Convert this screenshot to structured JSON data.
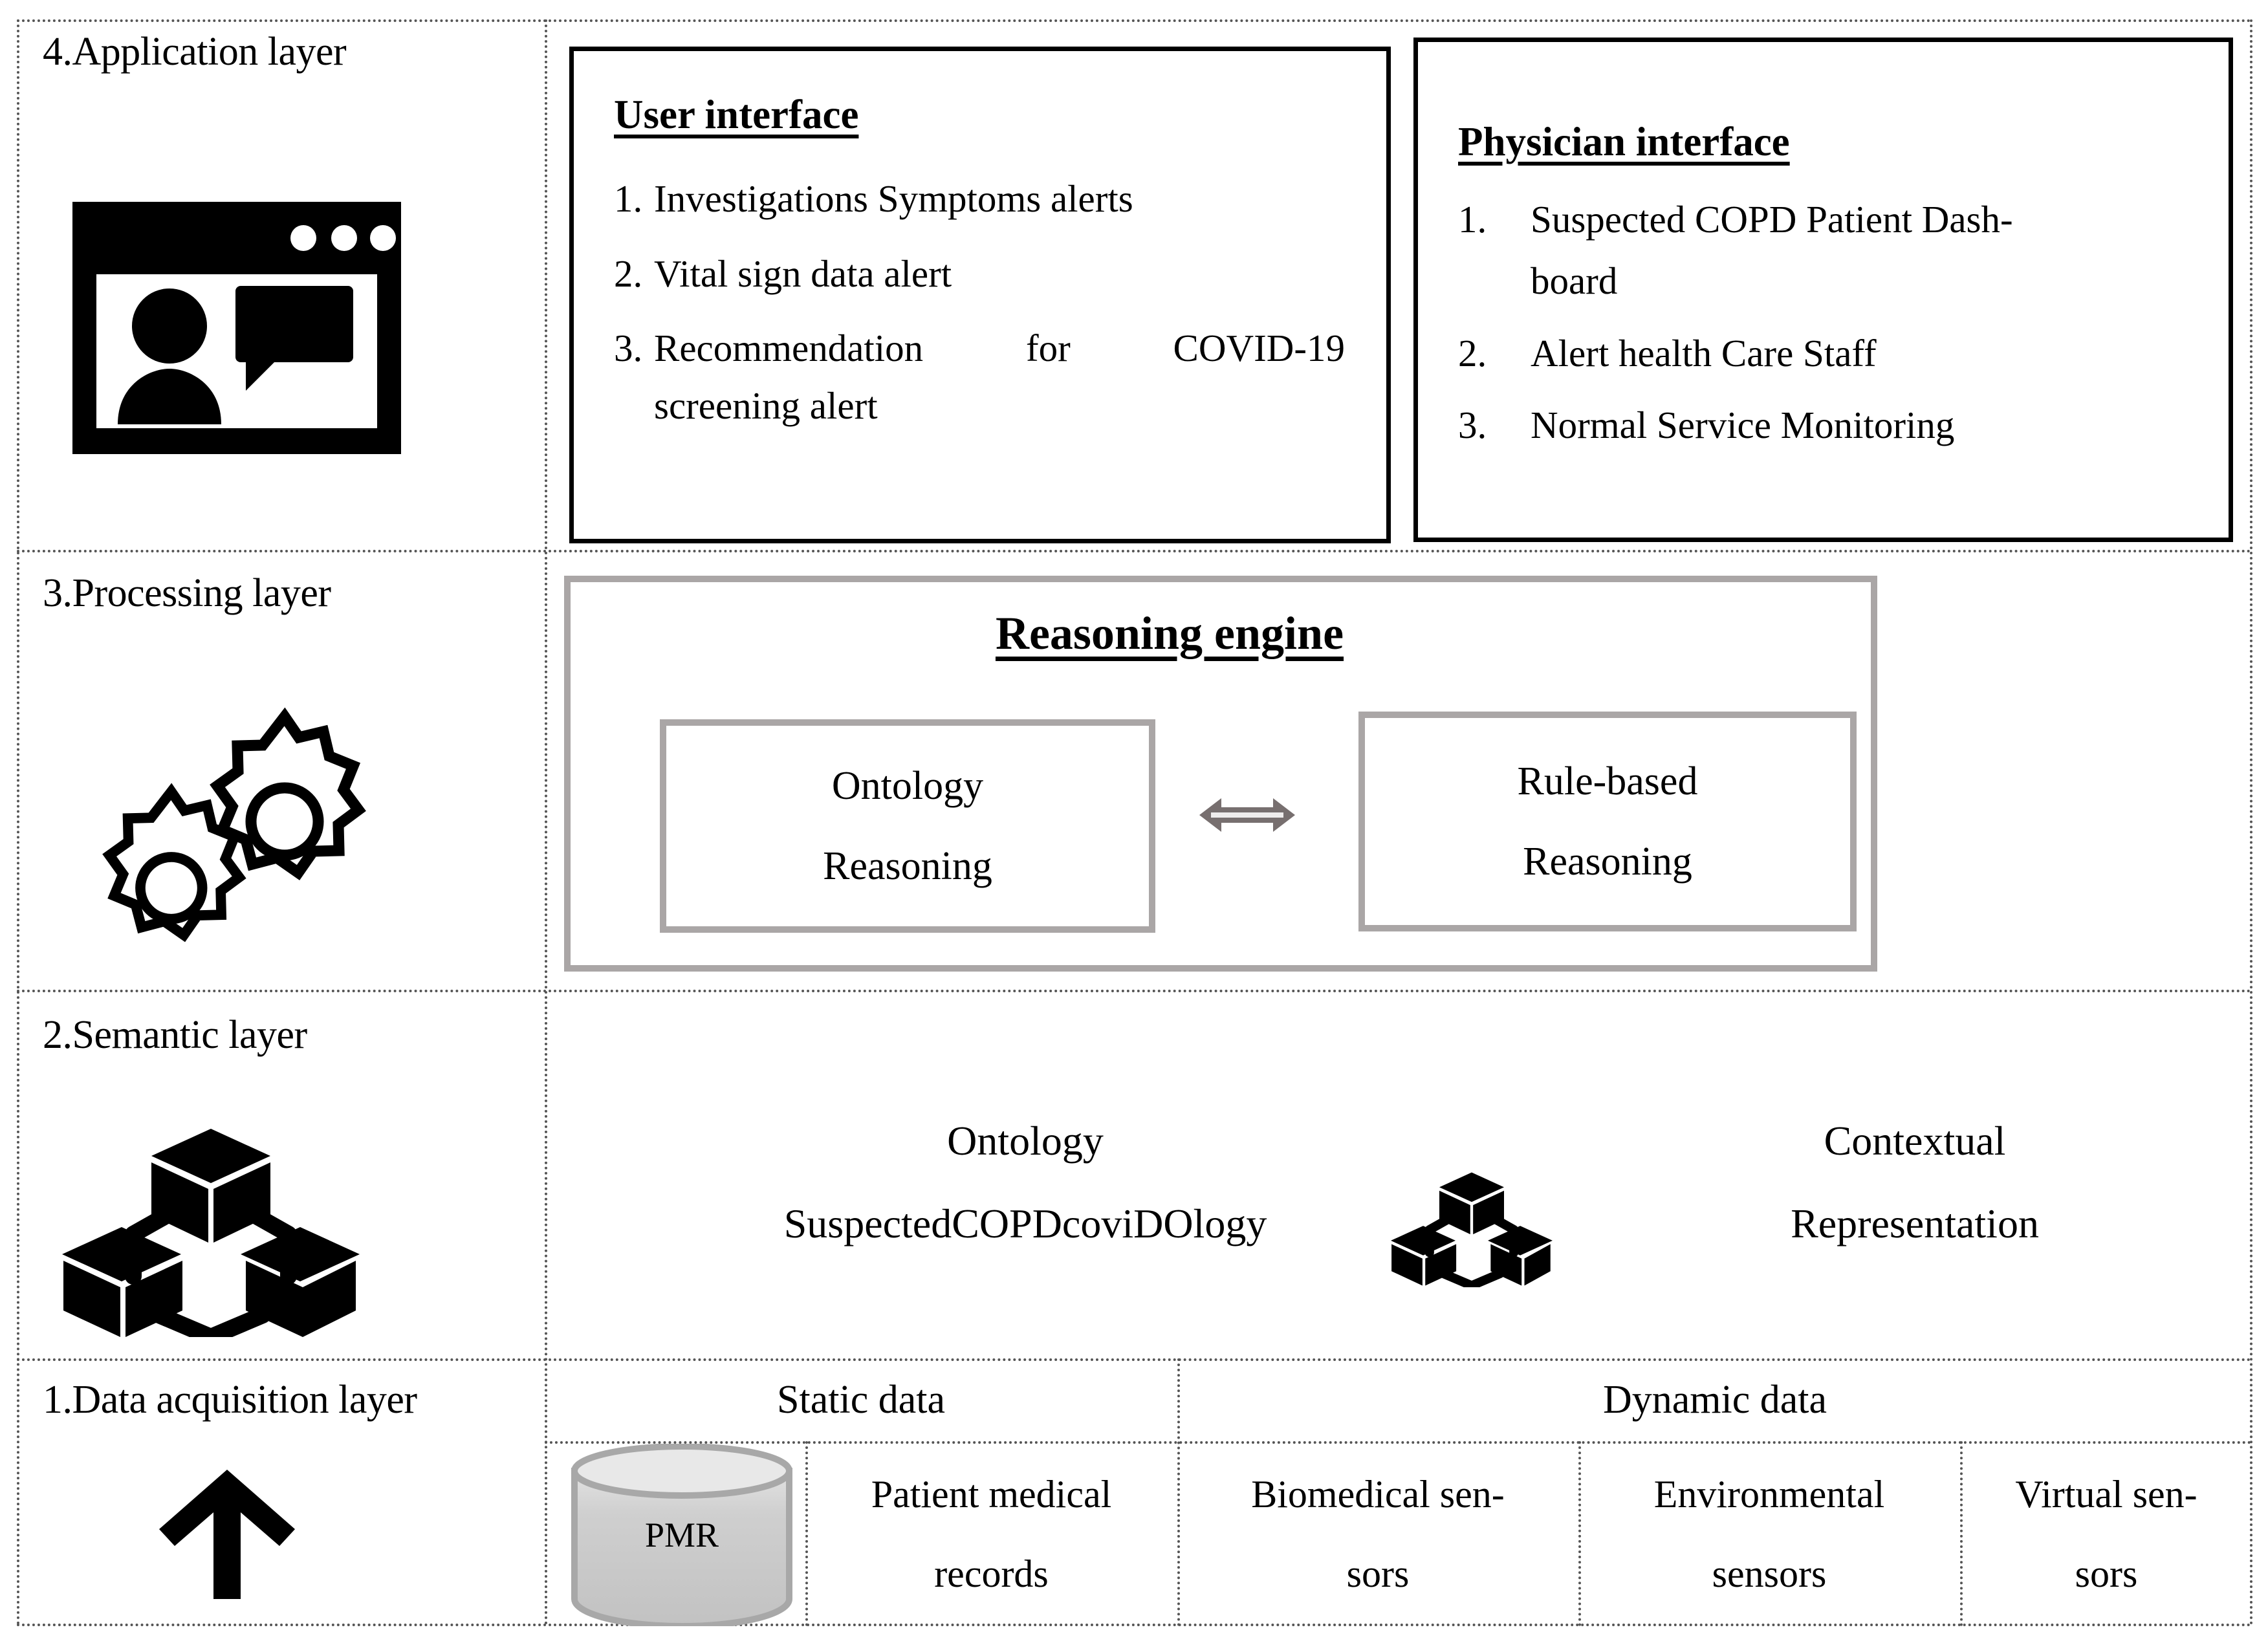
{
  "layers": [
    {
      "label": "4.Application layer",
      "icon": "browser-user-chat-icon"
    },
    {
      "label": "3.Processing layer",
      "icon": "gears-icon"
    },
    {
      "label": "2.Semantic layer",
      "icon": "linked-cubes-icon"
    },
    {
      "label": "1.Data acquisition layer",
      "icon": "up-arrow-icon"
    }
  ],
  "application": {
    "user_interface": {
      "title": "User interface",
      "items": [
        {
          "num": "1.",
          "text": "Investigations Symptoms alerts"
        },
        {
          "num": "2.",
          "text": "Vital sign data alert"
        },
        {
          "num": "3.",
          "text": "Recommendation for COVID-19",
          "cont": "screening alert"
        }
      ]
    },
    "physician_interface": {
      "title": "Physician interface",
      "items": [
        {
          "num": "1.",
          "text": "Suspected COPD Patient Dash-",
          "cont": "board"
        },
        {
          "num": "2.",
          "text": "Alert health Care Staff"
        },
        {
          "num": "3.",
          "text": "Normal Service Monitoring"
        }
      ]
    }
  },
  "processing": {
    "engine_title": "Reasoning engine",
    "left_box": {
      "line1": "Ontology",
      "line2": "Reasoning"
    },
    "right_box": {
      "line1": "Rule-based",
      "line2": "Reasoning"
    },
    "connector": "double-headed-arrow-icon"
  },
  "semantic": {
    "left": {
      "line1": "Ontology",
      "line2": "SuspectedCOPDcoviDOlogy"
    },
    "right": {
      "line1": "Contextual",
      "line2": "Representation"
    },
    "middle_icon": "linked-cubes-icon"
  },
  "data_acquisition": {
    "headers": [
      "Static data",
      "Dynamic data"
    ],
    "db_label": "PMR",
    "sources": [
      "Patient medical records",
      "Biomedical sen- sors",
      "Environmental sensors",
      "Virtual sen- sors"
    ],
    "source_lines": [
      {
        "l1": "Patient medical",
        "l2": "records"
      },
      {
        "l1": "Biomedical sen-",
        "l2": "sors"
      },
      {
        "l1": "Environmental",
        "l2": "sensors"
      },
      {
        "l1": "Virtual sen-",
        "l2": "sors"
      }
    ]
  },
  "colors": {
    "grid_line": "#555555",
    "engine_border": "#aaa6a6",
    "arrow": "#776f6f",
    "cylinder_fill": "#c6c6c6",
    "cylinder_stroke": "#a8a8a8"
  }
}
